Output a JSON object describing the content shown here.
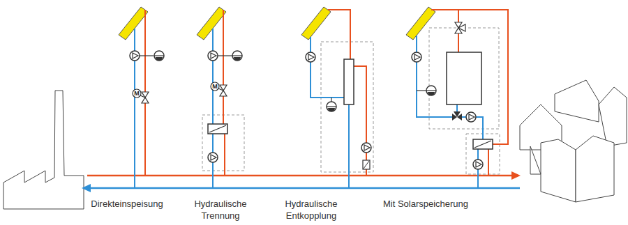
{
  "diagram": {
    "labels": [
      "M",
      "M",
      "Direkteinspeisung",
      "Hydraulische Trennung",
      "Hydraulische Entkopplung",
      "Mit Solarspeicherung"
    ]
  }
}
